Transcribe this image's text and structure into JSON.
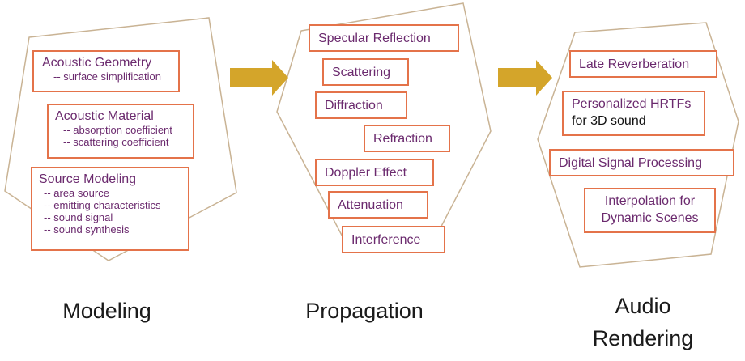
{
  "modeling": {
    "acoustic_geometry": {
      "title": "Acoustic Geometry",
      "items": [
        "-- surface simplification"
      ]
    },
    "acoustic_material": {
      "title": "Acoustic Material",
      "items": [
        "-- absorption coefficient",
        "-- scattering coefficient"
      ]
    },
    "source_modeling": {
      "title": "Source Modeling",
      "items": [
        "-- area source",
        "-- emitting characteristics",
        "-- sound signal",
        "-- sound synthesis"
      ]
    },
    "caption": "Modeling"
  },
  "propagation": {
    "items": [
      "Specular Reflection",
      "Scattering",
      "Diffraction",
      "Refraction",
      "Doppler Effect",
      "Attenuation",
      "Interference"
    ],
    "caption": "Propagation"
  },
  "rendering": {
    "late_reverberation": "Late Reverberation",
    "hrtf_line1": "Personalized HRTFs",
    "hrtf_line2": "for 3D sound",
    "dsp": "Digital Signal Processing",
    "interp_line1": "Interpolation for",
    "interp_line2": "Dynamic Scenes",
    "caption_line1": "Audio",
    "caption_line2": "Rendering"
  },
  "colors": {
    "box_border": "#e4734a",
    "box_text": "#6b2a6e",
    "outline": "#c9b394",
    "arrow": "#d4a52a"
  }
}
